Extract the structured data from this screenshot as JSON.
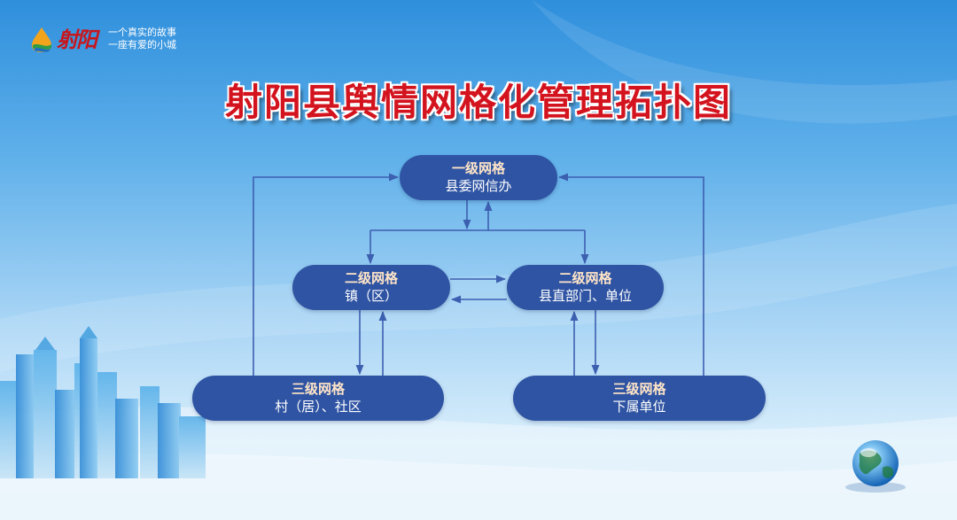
{
  "logo": {
    "name": "射阳",
    "tagline_1": "一个真实的故事",
    "tagline_2": "一座有爱的小城"
  },
  "title": "射阳县舆情网格化管理拓扑图",
  "nodes": {
    "level1": {
      "level": "一级网格",
      "name": "县委网信办"
    },
    "level2_town": {
      "level": "二级网格",
      "name": "镇（区）"
    },
    "level2_dept": {
      "level": "二级网格",
      "name": "县直部门、单位"
    },
    "level3_village": {
      "level": "三级网格",
      "name": "村（居）、社区"
    },
    "level3_sub": {
      "level": "三级网格",
      "name": "下属单位"
    }
  },
  "colors": {
    "node_fill": "#2f54a3",
    "level_text": "#ffe5c8",
    "connector": "#3d5fb0",
    "title": "#d3131d"
  },
  "icons": [
    "globe-icon",
    "city-skyline"
  ]
}
